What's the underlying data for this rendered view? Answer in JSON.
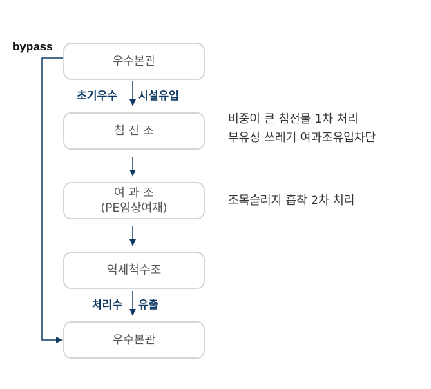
{
  "bypass_label": "bypass",
  "nodes": [
    {
      "lines": [
        "우수본관"
      ]
    },
    {
      "lines": [
        "침 전 조"
      ]
    },
    {
      "lines": [
        "여 과 조",
        "(PE임상여재)"
      ]
    },
    {
      "lines": [
        "역세척수조"
      ]
    },
    {
      "lines": [
        "우수본관"
      ]
    }
  ],
  "edge_labels": {
    "inflow_left": "초기우수",
    "inflow_right": "시설유입",
    "outflow_left": "처리수",
    "outflow_right": "유출"
  },
  "notes": {
    "sedimentation": [
      "비중이 큰 침전물 1차 처리",
      "부유성 쓰레기 여과조유입차단"
    ],
    "filtration": [
      "조목슬러지 흡착 2차 처리"
    ]
  },
  "colors": {
    "arrow": "#0f3a63",
    "node_border": "#d6d6d6"
  }
}
